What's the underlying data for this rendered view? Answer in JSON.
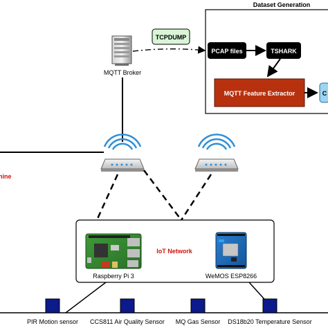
{
  "dataset_generation": {
    "title": "Dataset Generation",
    "pcap_label": "PCAP files",
    "tshark_label": "TSHARK",
    "extractor_label": "MQTT Feature Extractor",
    "csv_label": "C"
  },
  "tcpdump": {
    "label": "TCPDUMP"
  },
  "mqtt_broker": {
    "label": "MQTT Broker"
  },
  "left_cut_label": "hine",
  "iot_network": {
    "title": "IoT Network",
    "device_left": "Raspberry Pi 3",
    "device_right": "WeMOS ESP8266"
  },
  "sensors": [
    {
      "label": "PIR Motion sensor"
    },
    {
      "label": "CCS811 Air Quality Sensor"
    },
    {
      "label": "MQ Gas Sensor"
    },
    {
      "label": "DS18b20 Temperature Sensor"
    }
  ],
  "colors": {
    "tcpdump_fill": "#d9f5d6",
    "pcap_fill": "#000000",
    "extractor_fill": "#b8310f",
    "csv_fill": "#9fd4f0",
    "sensor_fill": "#0d1a8c",
    "iot_title": "#d0140c",
    "wifi_arc": "#2f8fd6"
  }
}
